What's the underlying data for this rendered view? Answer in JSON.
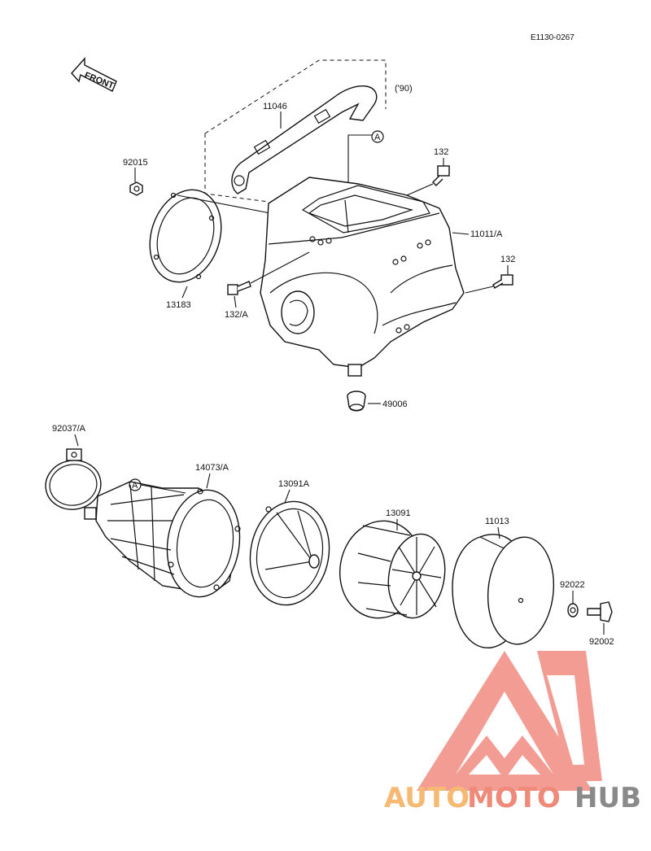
{
  "diagram_code": "E1130-0267",
  "front_arrow_label": "FRONT",
  "year_note": "('90)",
  "callout_marker": "A",
  "parts": {
    "p11046": "11046",
    "p92015": "92015",
    "p132_top": "132",
    "p11011A": "11011/A",
    "p132_right": "132",
    "p13183": "13183",
    "p132A": "132/A",
    "p49006": "49006",
    "p92037A": "92037/A",
    "p14073A": "14073/A",
    "p13091A": "13091A",
    "p13091": "13091",
    "p11013": "11013",
    "p92022": "92022",
    "p92002": "92002"
  },
  "watermark": {
    "part1": "AUTO",
    "part2": "MOTO",
    "part3": "HUB",
    "colors": {
      "auto": "#f5b971",
      "moto": "#ef8a7a",
      "hub": "#8a8a8a",
      "logo": "#f08b82"
    }
  }
}
